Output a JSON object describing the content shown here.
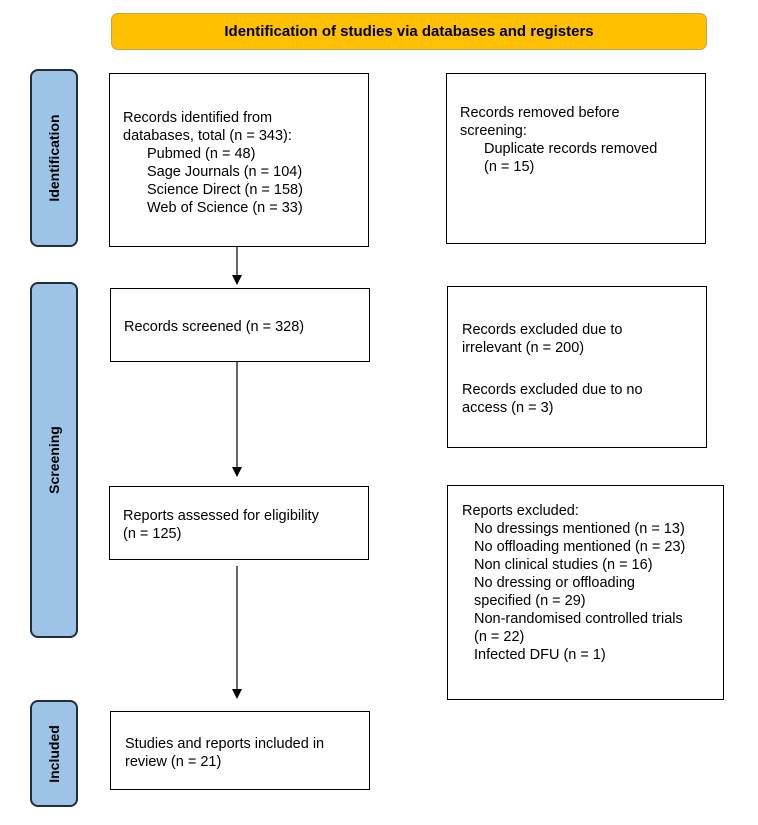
{
  "header": {
    "title": "Identification of studies via databases and registers"
  },
  "stages": {
    "identification": "Identification",
    "screening": "Screening",
    "included": "Included"
  },
  "identification": {
    "records_identified": {
      "line1": "Records identified from",
      "line2": "databases, total (n = 343):",
      "sources": [
        "Pubmed (n = 48)",
        "Sage Journals (n = 104)",
        "Science Direct (n = 158)",
        "Web of Science (n = 33)"
      ]
    },
    "records_removed": {
      "line1": "Records removed before",
      "line2": "screening:",
      "detail1": "Duplicate records removed",
      "detail2": "(n = 15)"
    }
  },
  "screening": {
    "records_screened": "Records screened (n = 328)",
    "records_excluded": {
      "irrelevant_line1": "Records excluded due to",
      "irrelevant_line2": "irrelevant (n = 200)",
      "no_access_line1": "Records excluded due to no",
      "no_access_line2": "access (n = 3)"
    },
    "reports_assessed": {
      "line1": "Reports assessed for eligibility",
      "line2": "(n = 125)"
    },
    "reports_excluded": {
      "title": "Reports excluded:",
      "items": [
        "No dressings mentioned (n = 13)",
        "No offloading mentioned (n = 23)",
        "Non clinical studies (n = 16)",
        "No dressing or offloading",
        "specified (n = 29)",
        "Non-randomised controlled trials",
        "(n = 22)",
        "Infected DFU (n = 1)"
      ]
    }
  },
  "included": {
    "studies_included": {
      "line1": "Studies and reports included in",
      "line2": "review (n = 21)"
    }
  }
}
